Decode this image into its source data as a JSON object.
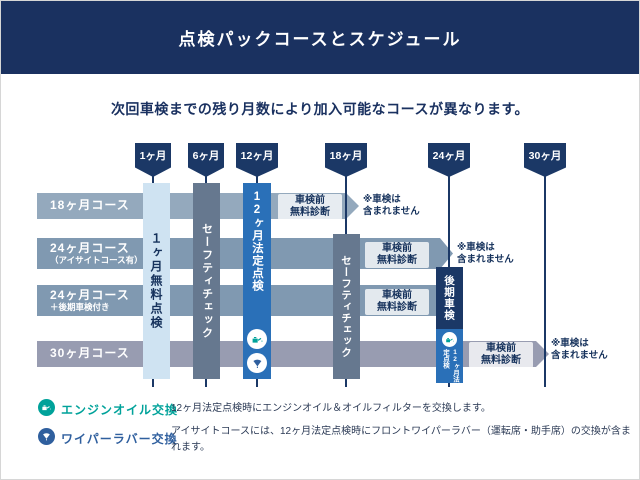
{
  "colors": {
    "header_navy": "#1a3160",
    "navy": "#1b3866",
    "blue": "#2a70b8",
    "slate": "#66788f",
    "light_blue": "#cfe3f2",
    "bar_row1": "#94a9bd",
    "bar_row23": "#8099b1",
    "bar_row4": "#989cb1",
    "teal": "#00a29a",
    "wiper_blue": "#2f5f9e"
  },
  "header": {
    "title": "点検パックコースとスケジュール"
  },
  "subtitle": "次回車検までの残り月数により加入可能なコースが異なります。",
  "timeline": {
    "markers": [
      {
        "label": "1ヶ月"
      },
      {
        "label": "6ヶ月"
      },
      {
        "label": "12ヶ月"
      },
      {
        "label": "18ヶ月"
      },
      {
        "label": "24ヶ月"
      },
      {
        "label": "30ヶ月"
      }
    ]
  },
  "courses": [
    {
      "label": "18ヶ月コース",
      "sublabel": ""
    },
    {
      "label": "24ヶ月コース",
      "sublabel": "（アイサイトコース有）"
    },
    {
      "label": "24ヶ月コース",
      "sublabel": "＋後期車検付き"
    },
    {
      "label": "30ヶ月コース",
      "sublabel": ""
    }
  ],
  "events": {
    "one_month_free": "１ヶ月無料点検",
    "safety_check_6": "セーフティチェック",
    "legal_12": "12ヶ月法定点検",
    "safety_check_18": "セーフティチェック",
    "late_shaken": "後期車検",
    "legal_12_late": "12ヶ月法定点検"
  },
  "annotations": {
    "pre_shaken": "車検前\n無料診断",
    "not_included": "※車検は\n含まれません"
  },
  "legend": [
    {
      "icon": "oil-can-icon",
      "title": "エンジンオイル交換",
      "desc": "12ヶ月法定点検時にエンジンオイル＆オイルフィルターを交換します。"
    },
    {
      "icon": "wiper-icon",
      "title": "ワイパーラバー交換",
      "desc": "アイサイトコースには、12ヶ月法定点検時にフロントワイパーラバー（運転席・助手席）の交換が含まれます。"
    }
  ]
}
